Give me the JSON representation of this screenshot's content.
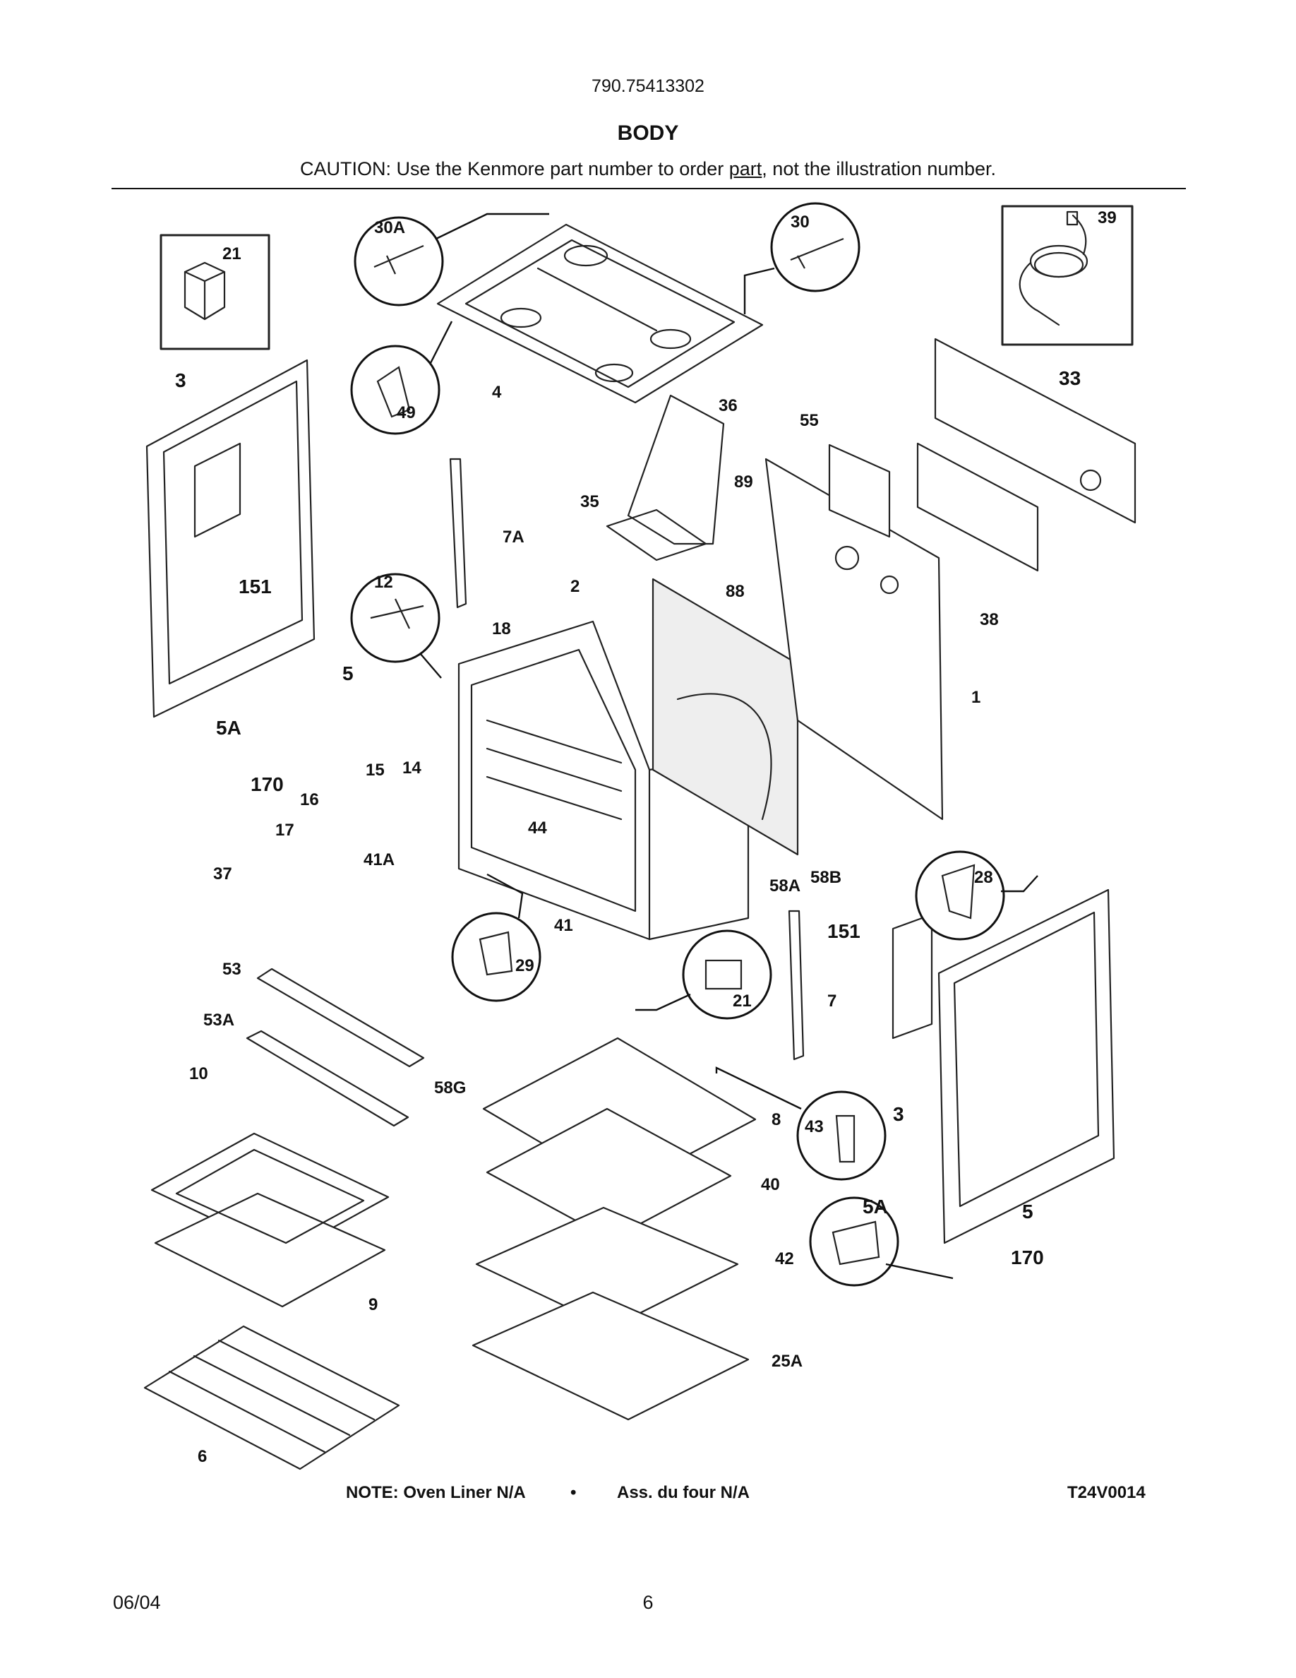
{
  "header": {
    "model_number": "790.75413302",
    "title": "BODY",
    "caution_prefix": "CAUTION: Use the Kenmore part number to order ",
    "caution_underlined": "part",
    "caution_suffix": ", not the illustration number."
  },
  "callouts": {
    "c21a": "21",
    "c30A": "30A",
    "c30": "30",
    "c39": "39",
    "c3a": "3",
    "c151a": "151",
    "c49": "49",
    "c4": "4",
    "c36": "36",
    "c55": "55",
    "c33": "33",
    "c7A": "7A",
    "c35": "35",
    "c89": "89",
    "c88": "88",
    "c38": "38",
    "c12": "12",
    "c2": "2",
    "c18": "18",
    "c1": "1",
    "c5a": "5",
    "c5Aa": "5A",
    "c170a": "170",
    "c15": "15",
    "c14": "14",
    "c16": "16",
    "c17": "17",
    "c41A": "41A",
    "c44": "44",
    "c37": "37",
    "c58A": "58A",
    "c58B": "58B",
    "c28": "28",
    "c41": "41",
    "c29": "29",
    "c151b": "151",
    "c21b": "21",
    "c7": "7",
    "c53": "53",
    "c53A": "53A",
    "c58G": "58G",
    "c10": "10",
    "c8": "8",
    "c43": "43",
    "c3b": "3",
    "c40": "40",
    "c5Ab": "5A",
    "c5b": "5",
    "c170b": "170",
    "c9": "9",
    "c42": "42",
    "c25A": "25A",
    "c6": "6"
  },
  "footer_note": {
    "left": "NOTE: Oven Liner N/A",
    "bullet": "•",
    "right": "Ass. du four N/A",
    "diagram_id": "T24V0014"
  },
  "footer": {
    "date": "06/04",
    "page_number": "6"
  }
}
